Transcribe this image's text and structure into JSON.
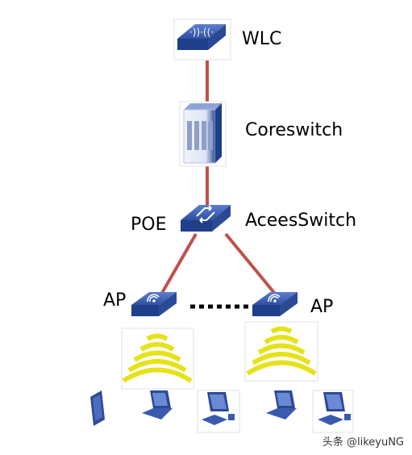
{
  "labels": {
    "wlc": "WLC",
    "core": "Coreswitch",
    "poe": "POE",
    "access": "AceesSwitch",
    "ap_left": "AP",
    "ap_right": "AP"
  },
  "watermark": "头条 @likeyuNG",
  "colors": {
    "link": "#c0504d",
    "device_top": "#3d63b8",
    "device_side": "#1f3f8a",
    "signal": "#e6e21a",
    "dots": "#000000"
  },
  "icons": {
    "wlc": "wireless-controller-icon",
    "core": "core-switch-chassis-icon",
    "access": "access-switch-icon",
    "ap": "access-point-icon",
    "signal": "wifi-signal-icon",
    "clients": [
      "tablet-icon",
      "laptop-icon",
      "desktop-pc-icon",
      "laptop-icon",
      "desktop-pc-icon"
    ]
  }
}
